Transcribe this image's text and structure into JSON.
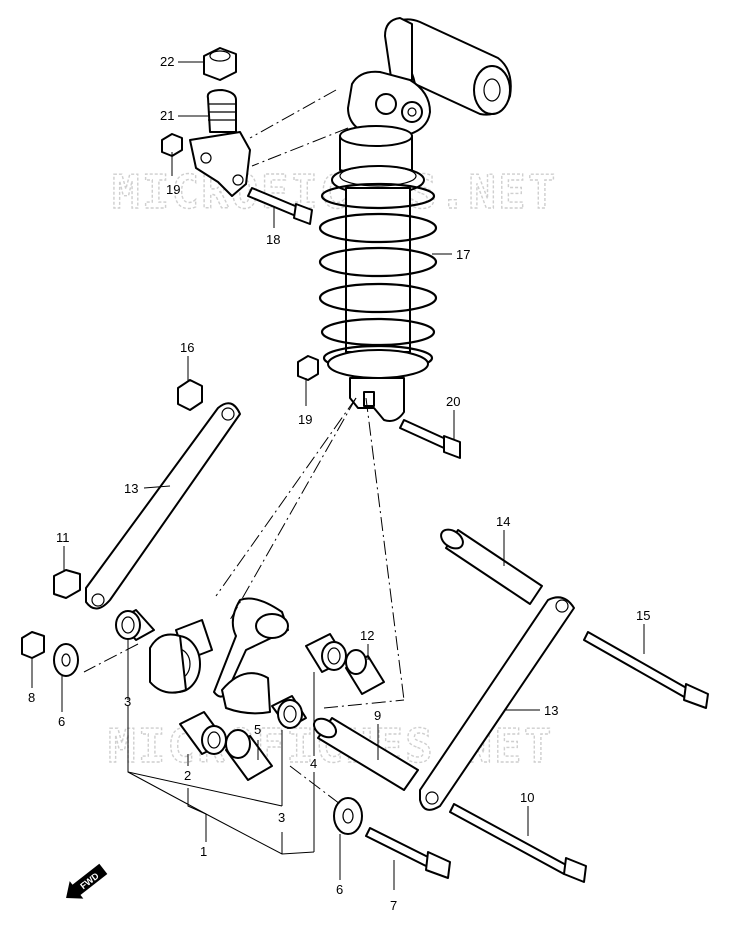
{
  "watermark": {
    "top": "MICROFICHES.NET",
    "bottom": "MICROFICHES.NET"
  },
  "direction_label": "FWD",
  "callouts": {
    "c1": "1",
    "c2": "2",
    "c3a": "3",
    "c3b": "3",
    "c4": "4",
    "c5": "5",
    "c6a": "6",
    "c6b": "6",
    "c7": "7",
    "c8": "8",
    "c9": "9",
    "c10": "10",
    "c11": "11",
    "c12": "12",
    "c13a": "13",
    "c13b": "13",
    "c14": "14",
    "c15": "15",
    "c16": "16",
    "c17": "17",
    "c18": "18",
    "c19a": "19",
    "c19b": "19",
    "c20": "20",
    "c21": "21",
    "c22": "22"
  }
}
